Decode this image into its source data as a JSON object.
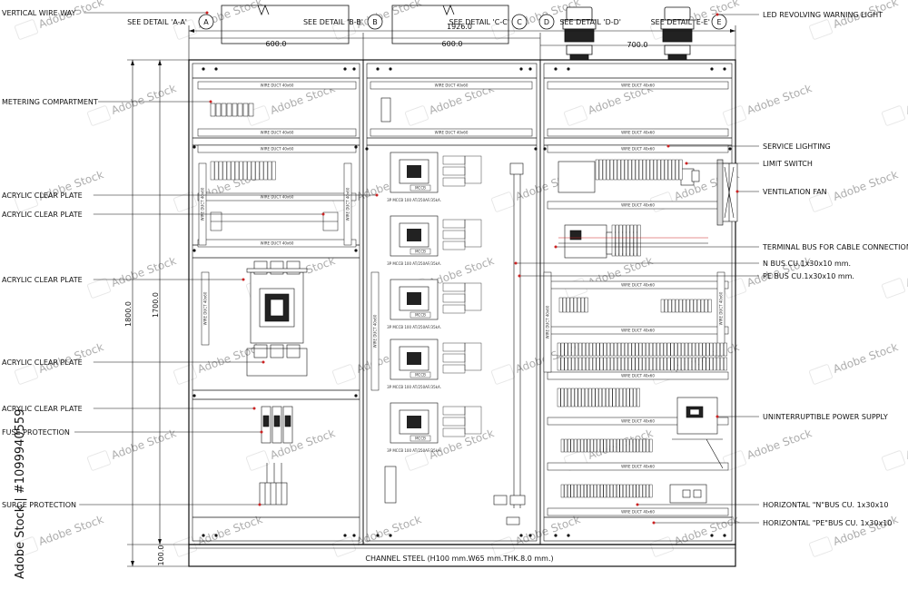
{
  "left_labels": [
    {
      "text": "VERTICAL WIRE WAY"
    },
    {
      "text": "METERING COMPARTMENT"
    },
    {
      "text": "ACRYLIC CLEAR PLATE"
    },
    {
      "text": "ACRYLIC CLEAR PLATE"
    },
    {
      "text": "ACRYLIC CLEAR PLATE"
    },
    {
      "text": "ACRYLIC CLEAR PLATE"
    },
    {
      "text": "ACRYLIC CLEAR PLATE"
    },
    {
      "text": "FUSE PROTECTION"
    },
    {
      "text": "SURGE PROTECTION"
    }
  ],
  "right_labels": [
    {
      "text": "LED REVOLVING WARNING LIGHT"
    },
    {
      "text": "SERVICE LIGHTING"
    },
    {
      "text": "LIMIT SWITCH"
    },
    {
      "text": "VENTILATION FAN"
    },
    {
      "text": "TERMINAL BUS FOR CABLE CONNECTION"
    },
    {
      "text": "N BUS CU.1x30x10 mm."
    },
    {
      "text": "PE BUS CU.1x30x10 mm."
    },
    {
      "text": "UNINTERRUPTIBLE POWER SUPPLY"
    },
    {
      "text": "HORIZONTAL  \"N\"BUS CU. 1x30x10"
    },
    {
      "text": "HORIZONTAL  \"PE\"BUS CU. 1x30x10"
    }
  ],
  "details": [
    {
      "text": "SEE DETAIL 'A-A'",
      "letter": "A"
    },
    {
      "text": "SEE DETAIL 'B-B'",
      "letter": "B"
    },
    {
      "text": "SEE DETAIL 'C-C'",
      "letter": "C"
    },
    {
      "text": "SEE DETAIL 'D-D'",
      "letter": "D"
    },
    {
      "text": "SEE DETAIL 'E-E'",
      "letter": "E"
    }
  ],
  "dimensions": {
    "total_width": "1926.0",
    "section_widths": [
      "600.0",
      "600.0",
      "700.0"
    ],
    "overall_height": "1800.0",
    "cabinet_height": "1700.0",
    "base_height": "100.0"
  },
  "base_label": "CHANNEL STEEL (H100 mm.W65 mm.THK.8.0 mm.)",
  "duct_label": "WIRE DUCT 40x60",
  "breaker_label": "3P MCCB 100 AT/250AF/35kA.",
  "breaker_tag": "MCCB",
  "watermark": "Adobe Stock | #1099940559",
  "stock_mark": "Adobe Stock",
  "colors": {
    "line": "#111111",
    "accent": "#cc2222",
    "watermark": "#bbbbbb"
  }
}
